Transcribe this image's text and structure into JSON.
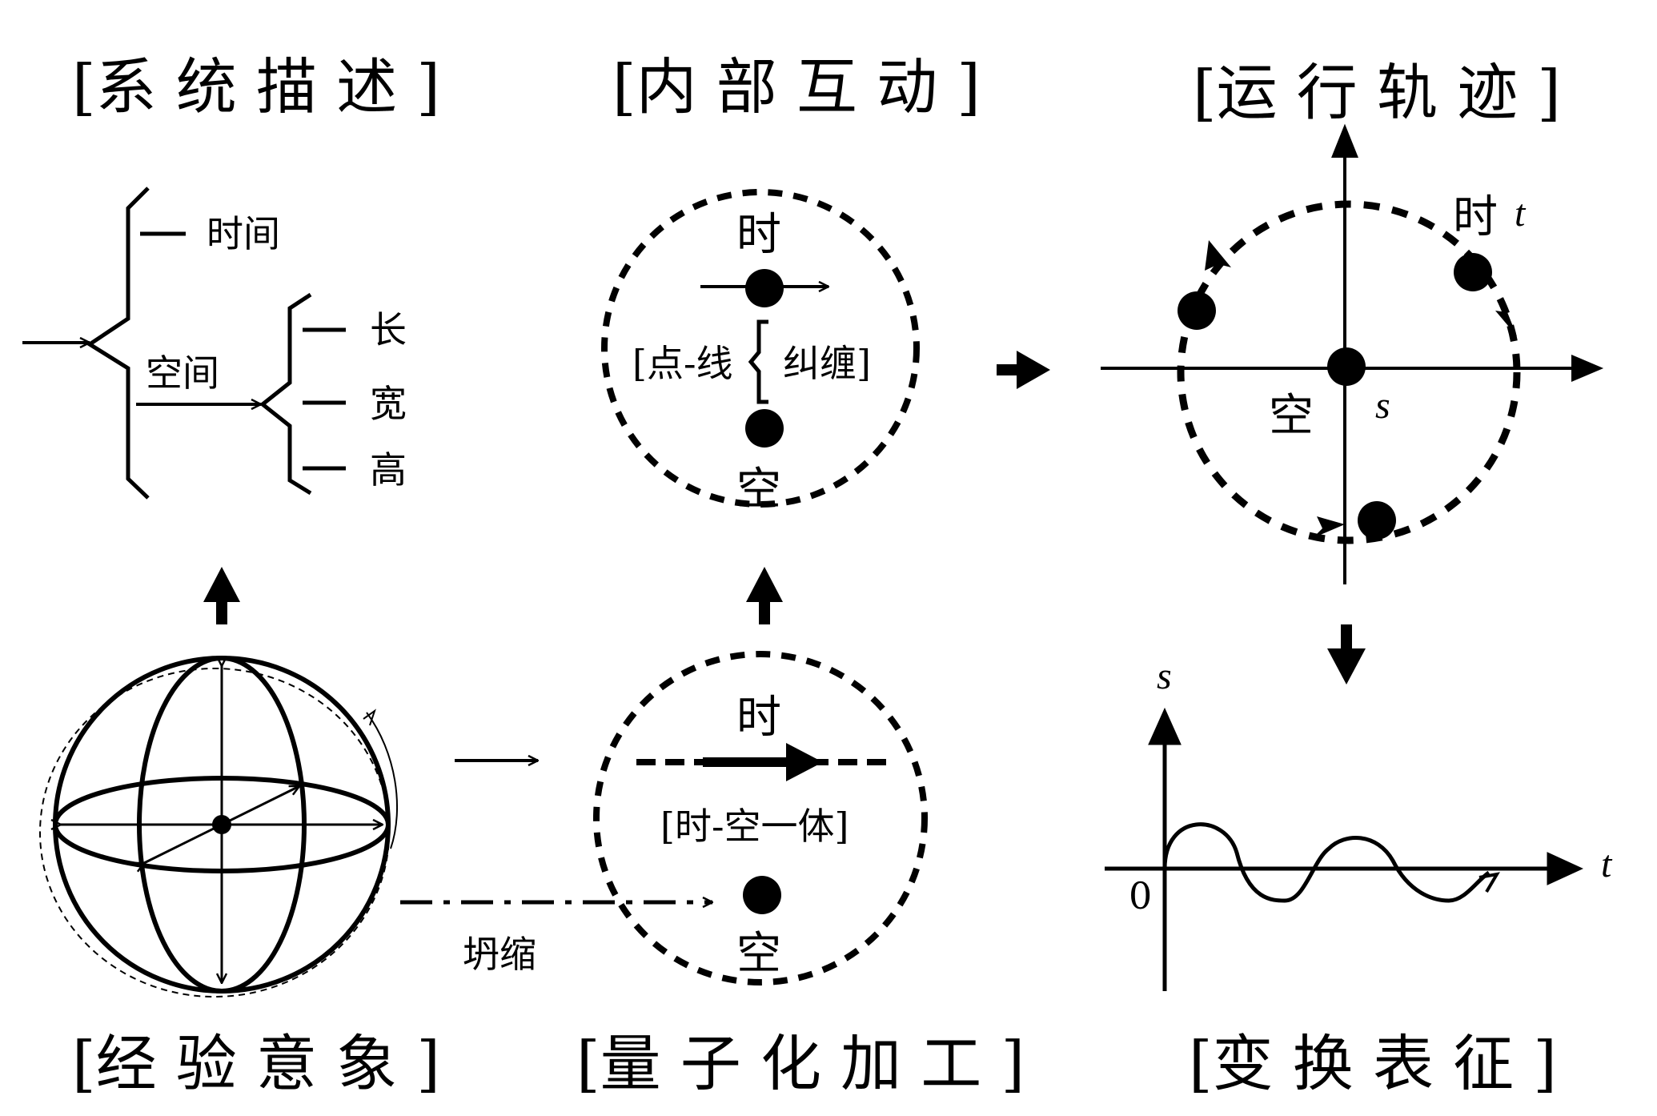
{
  "titles": {
    "system_description": "[系 统 描 述 ]",
    "internal_interaction": "[内 部 互 动 ]",
    "trajectory": "[运 行 轨 迹 ]",
    "empirical_image": "[经 验 意 象 ]",
    "quantization": "[量 子 化 加 工 ]",
    "transform_representation": "[变 换 表 征 ]"
  },
  "system_tree": {
    "time": "时间",
    "space": "空间",
    "length": "长",
    "width": "宽",
    "height": "高"
  },
  "interaction": {
    "time": "时",
    "space": "空",
    "entangle_left": "[点-线",
    "entangle_right": "纠缠]"
  },
  "trajectory": {
    "time": "时",
    "t": "t",
    "space": "空",
    "s": "s"
  },
  "quantization": {
    "time": "时",
    "unity": "[时-空一体]",
    "space": "空",
    "collapse": "坍缩"
  },
  "wave": {
    "s": "s",
    "t": "t",
    "origin": "0"
  }
}
